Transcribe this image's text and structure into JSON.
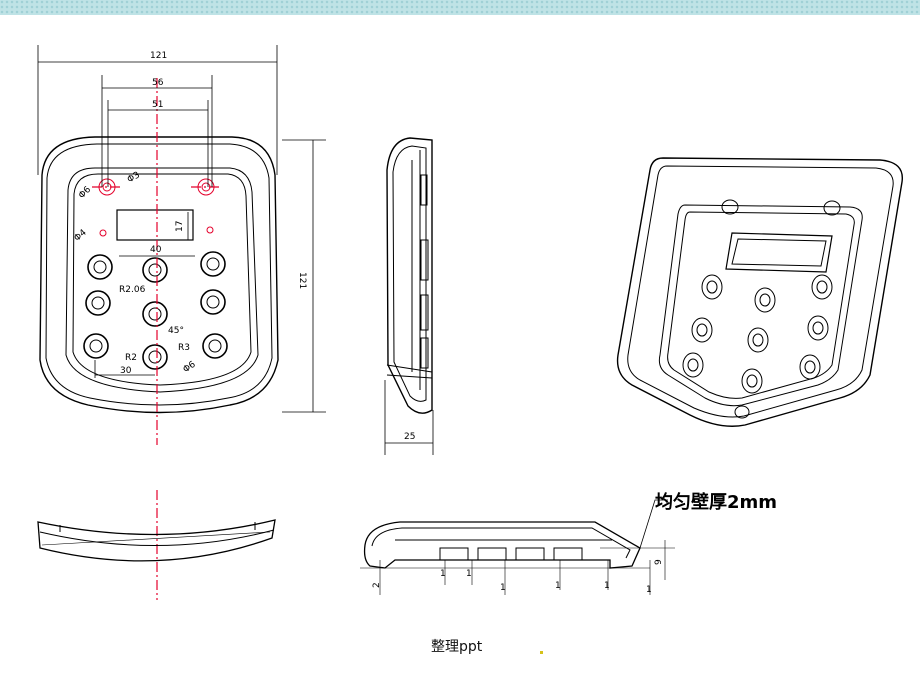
{
  "footer": {
    "caption": "整理ppt"
  },
  "annotation": {
    "wall_thickness": "均匀壁厚2mm"
  },
  "dimensions": {
    "overall_width": "121",
    "hole_span": "56",
    "inner_span": "51",
    "display_height": "17",
    "key_pitch": "40",
    "key_row_gap": "30",
    "overall_height": "121",
    "depth": "25",
    "side_small": "2",
    "section_gap": "1",
    "section_depth": "9"
  },
  "labels": {
    "phi1": "Φ6",
    "phi2": "Φ3",
    "phi3": "Φ4",
    "phi4": "Φ6",
    "r1": "R2.06",
    "r2": "R2",
    "r3": "R3",
    "angle": "45°"
  },
  "colors": {
    "line": "#000000",
    "center": "#e4002b",
    "bar": "#bfe3e6"
  }
}
